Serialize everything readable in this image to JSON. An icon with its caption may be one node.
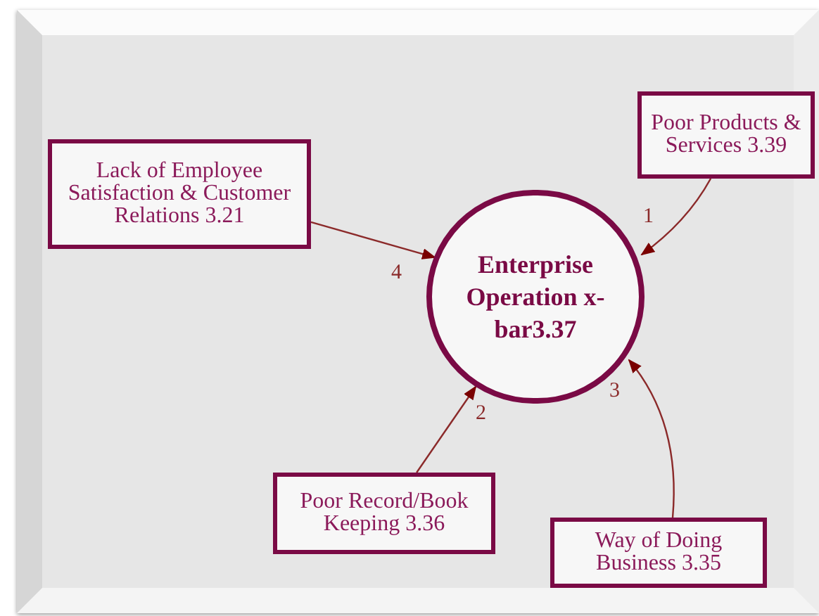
{
  "diagram": {
    "nodes": [
      {
        "text": [
          "Poor Products & Services 3.39"
        ]
      },
      {
        "text": [
          "Lack of Employee Satisfaction & Customer Relations 3.21"
        ]
      },
      {
        "text": [
          "Enterprise Operation x-bar3.37"
        ]
      },
      {
        "text": [
          "Poor Record/Book Keeping 3.36"
        ]
      },
      {
        "text": [
          "Way of Doing Business 3.35"
        ]
      }
    ],
    "edges": [
      {
        "from": 0,
        "to": 2,
        "arrow": "to",
        "label": "1"
      },
      {
        "from": 1,
        "to": 2,
        "arrow": "to",
        "label": "4"
      },
      {
        "from": 3,
        "to": 2,
        "arrow": "to",
        "label": "2"
      },
      {
        "from": 4,
        "to": 2,
        "arrow": "to",
        "label": "3"
      }
    ]
  }
}
